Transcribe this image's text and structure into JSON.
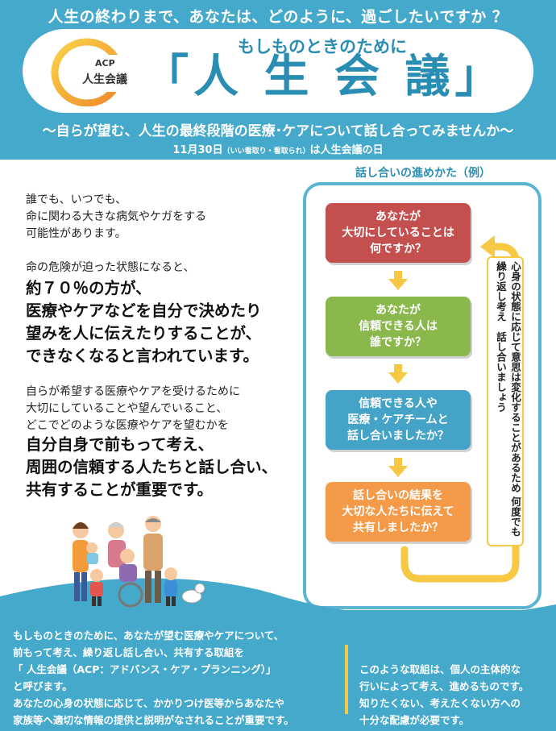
{
  "header": {
    "question": "人生の終わりまで、あなたは、どのように、過ごしたいですか ？",
    "subtitle_small": "もしものときのために",
    "main_title": "「人 生 会 議」",
    "logo_acp": "ACP",
    "logo_name": "人生会議",
    "subhead": "〜自らが望む、人生の最終段階の医療･ケアについて話し合ってみませんか〜",
    "date_main": "11月30日",
    "date_note": "（いい看取り・看取られ）",
    "date_end": "は人生会議の日"
  },
  "left": {
    "p1": [
      "誰でも、いつでも、",
      "命に関わる大きな病気やケガをする",
      "可能性があります。"
    ],
    "p2": "命の危険が迫った状態になると、",
    "b1": [
      "約７０％の方が、",
      "医療やケアなどを自分で決めたり",
      "望みを人に伝えたりすることが、",
      "できなくなると言われています。"
    ],
    "p3": [
      "自らが希望する医療やケアを受けるために",
      "大切にしていることや望んでいること、",
      "どこでどのような医療やケアを望むかを"
    ],
    "b2": [
      "自分自身で前もって考え、",
      "周囲の信頼する人たちと話し合い、",
      "共有することが重要です。"
    ]
  },
  "flow": {
    "heading": "話し合いの進めかた（例）",
    "steps": [
      {
        "text": "あなたが\n大切にしていることは\n何ですか？",
        "color": "#c3504f"
      },
      {
        "text": "あなたが\n信頼できる人は\n誰ですか？",
        "color": "#8ab84c"
      },
      {
        "text": "信頼できる人や\n医療・ケアチームと\n話し合いましたか？",
        "color": "#45a3c8"
      },
      {
        "text": "話し合いの結果を\n大切な人たちに伝えて\n共有しましたか？",
        "color": "#f59a48"
      }
    ],
    "vertical_note": "心身の状態に応じて意思は変化することがあるため 何度でも　繰り返し考え　話し合いましょう"
  },
  "bottom": {
    "left_lines": [
      "もしものときのために、あなたが望む医療やケアについて、",
      "前もって考え、繰り返し話し合い、共有する取組を",
      "「 人生会議（ACP：アドバンス・ケア・プランニング）」",
      "と呼びます。",
      "あなたの心身の状態に応じて、かかりつけ医等からあなたや",
      "家族等へ適切な情報の提供と説明がなされることが重要です。"
    ],
    "right_lines": [
      "このような取組は、個人の主体的な",
      "行いによって考え、進めるものです。",
      "知りたくない、考えたくない方への",
      "十分な配慮が必要です。"
    ]
  },
  "colors": {
    "band": "#45a9cb",
    "title_blue": "#2a8db3",
    "arrow_yellow": "#f7c843"
  }
}
